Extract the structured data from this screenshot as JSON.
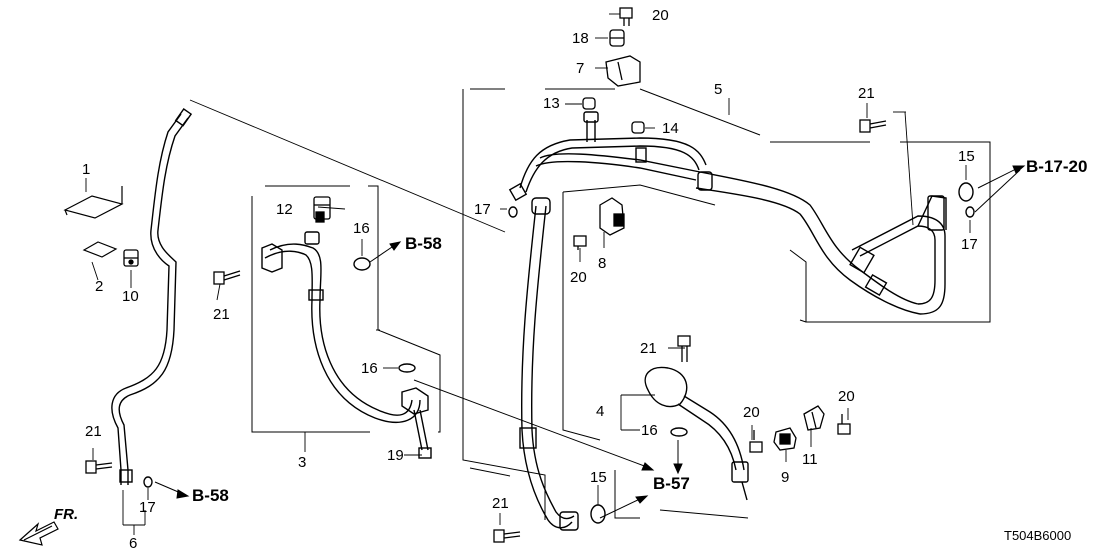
{
  "diagram": {
    "code": "T504B6000",
    "front_label": "FR.",
    "references": {
      "b17_20": "B-17-20",
      "b58_upper": "B-58",
      "b58_lower": "B-58",
      "b57": "B-57"
    },
    "callouts": {
      "c1": "1",
      "c2": "2",
      "c3": "3",
      "c4": "4",
      "c5": "5",
      "c6": "6",
      "c7": "7",
      "c8": "8",
      "c9": "9",
      "c10": "10",
      "c11": "11",
      "c12": "12",
      "c13": "13",
      "c14": "14",
      "c15_top": "15",
      "c15_bottom": "15",
      "c16_upper": "16",
      "c16_middle": "16",
      "c16_lower": "16",
      "c17_left": "17",
      "c17_center": "17",
      "c17_right": "17",
      "c18": "18",
      "c19": "19",
      "c20_top": "20",
      "c20_bracket": "20",
      "c20_lower_a": "20",
      "c20_lower_b": "20",
      "c21_left_upper": "21",
      "c21_left_lower": "21",
      "c21_right": "21",
      "c21_middle": "21",
      "c21_bottom": "21"
    }
  }
}
